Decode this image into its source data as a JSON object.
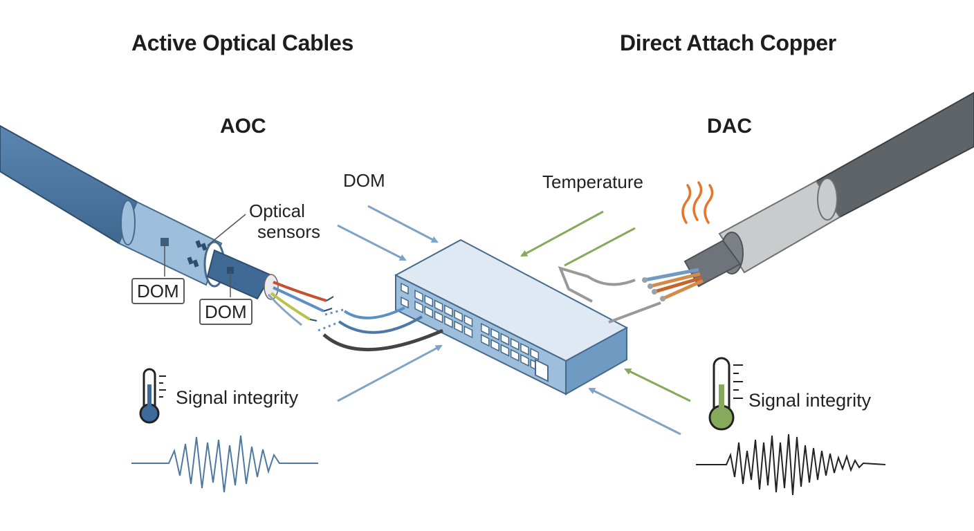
{
  "aoc": {
    "heading": "Active Optical Cables",
    "short": "AOC",
    "dom_top": "DOM",
    "sensors_line1": "Optical",
    "sensors_line2": "sensors",
    "dom_box_1": "DOM",
    "dom_box_2": "DOM",
    "signal_label": "Signal integrity"
  },
  "dac": {
    "heading": "Direct Attach Copper",
    "short": "DAC",
    "temperature_label": "Temperature",
    "signal_label": "Signal integrity"
  },
  "icons": [
    "thermometer-blue-icon",
    "thermometer-green-icon",
    "heat-flame-icon"
  ],
  "colors": {
    "aoc_blue": "#4d78a3",
    "arrow_blue": "#7ea3c6",
    "arrow_green": "#86a95c",
    "dac_gray": "#5f6468",
    "switch_face": "#dfe9f3",
    "flame": "#e8742c"
  }
}
